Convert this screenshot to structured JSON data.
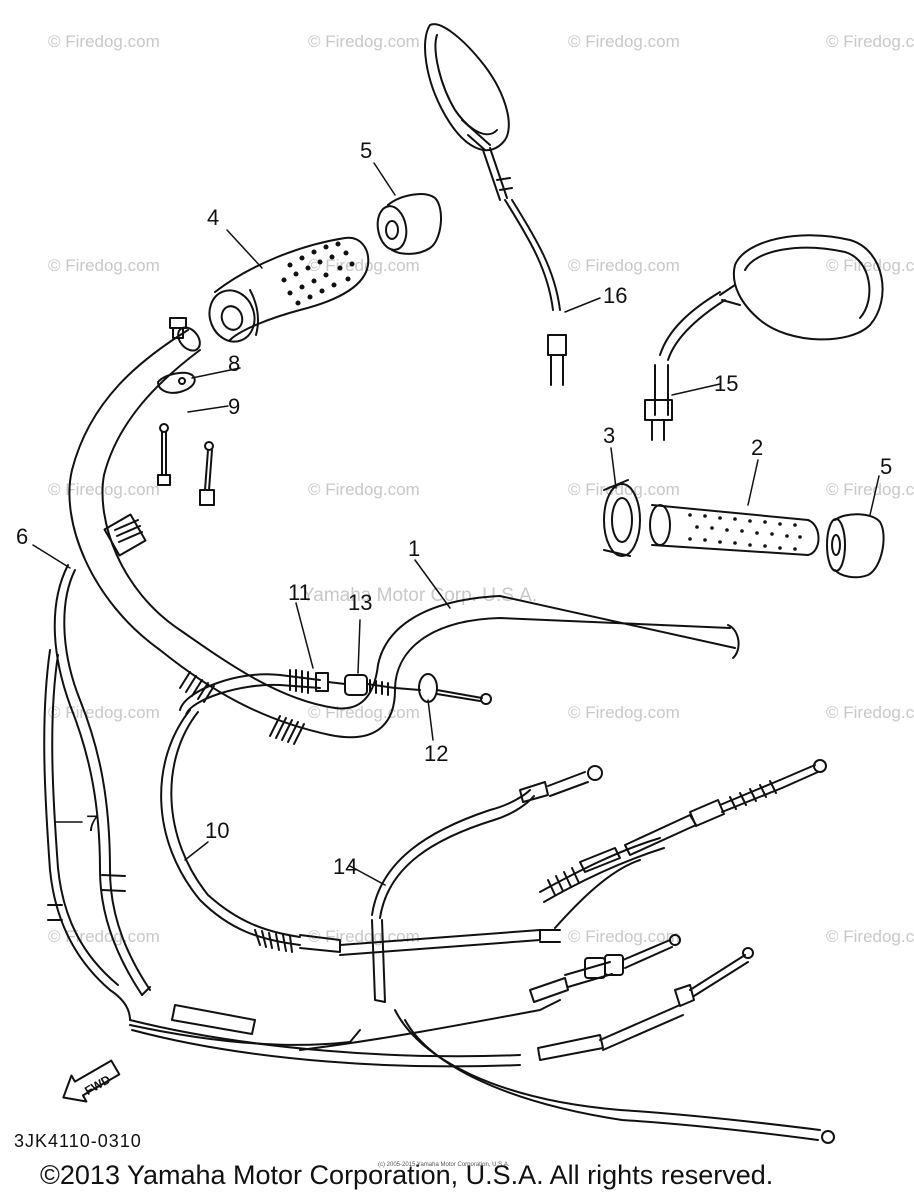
{
  "watermark": "© Firedog.com",
  "watermark_owner": "Yamaha Motor Corp. U.S.A.",
  "callouts": [
    "1",
    "2",
    "3",
    "4",
    "5",
    "5",
    "6",
    "7",
    "8",
    "9",
    "10",
    "11",
    "12",
    "13",
    "14",
    "15",
    "16"
  ],
  "fwd_label": "FWD",
  "part_code": "3JK4110-0310",
  "tiny_notice": "(c) 2005-2015 Yamaha Motor Corporation, U.S.A.",
  "copyright": "©2013 Yamaha Motor Corporation, U.S.A. All rights reserved."
}
